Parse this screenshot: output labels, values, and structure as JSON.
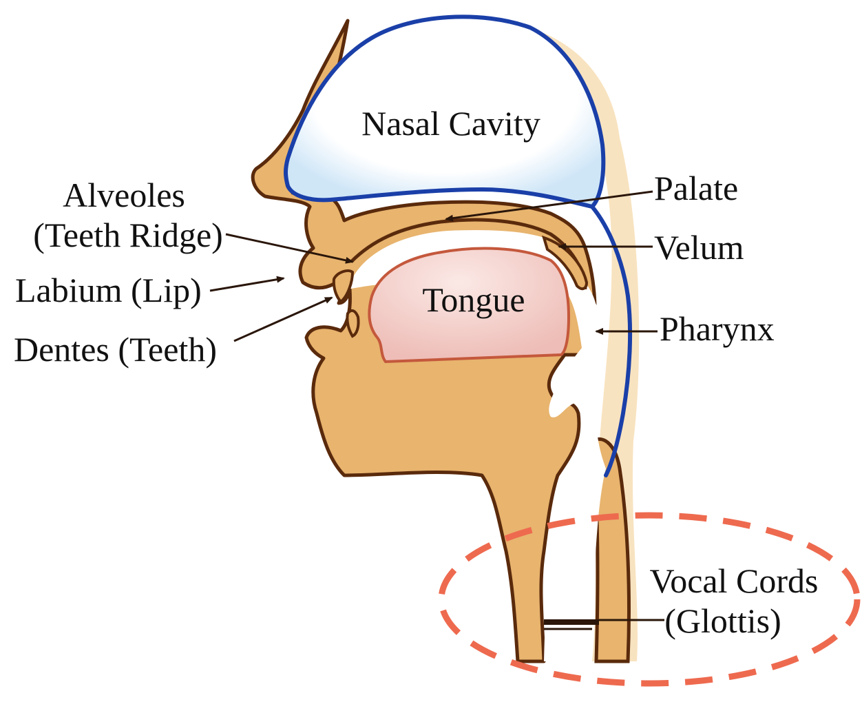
{
  "labels": {
    "nasal_cavity": "Nasal Cavity",
    "alveoles_line1": "Alveoles",
    "alveoles_line2": "(Teeth Ridge)",
    "labium": "Labium (Lip)",
    "dentes": "Dentes (Teeth)",
    "tongue": "Tongue",
    "palate": "Palate",
    "velum": "Velum",
    "pharynx": "Pharynx",
    "vocal_cords_line1": "Vocal Cords",
    "vocal_cords_line2": "(Glottis)"
  },
  "colors": {
    "skin": "#e8b46e",
    "skin_outline": "#5a2a0c",
    "cavity_outline": "#1a3fa8",
    "cavity_fill": "#ffffff",
    "cavity_glow": "#cfe6f7",
    "tongue_fill": "#f2c9c5",
    "tongue_outline": "#c4583c",
    "highlight_ellipse": "#ee6a4f",
    "arrow": "#2a160a"
  }
}
